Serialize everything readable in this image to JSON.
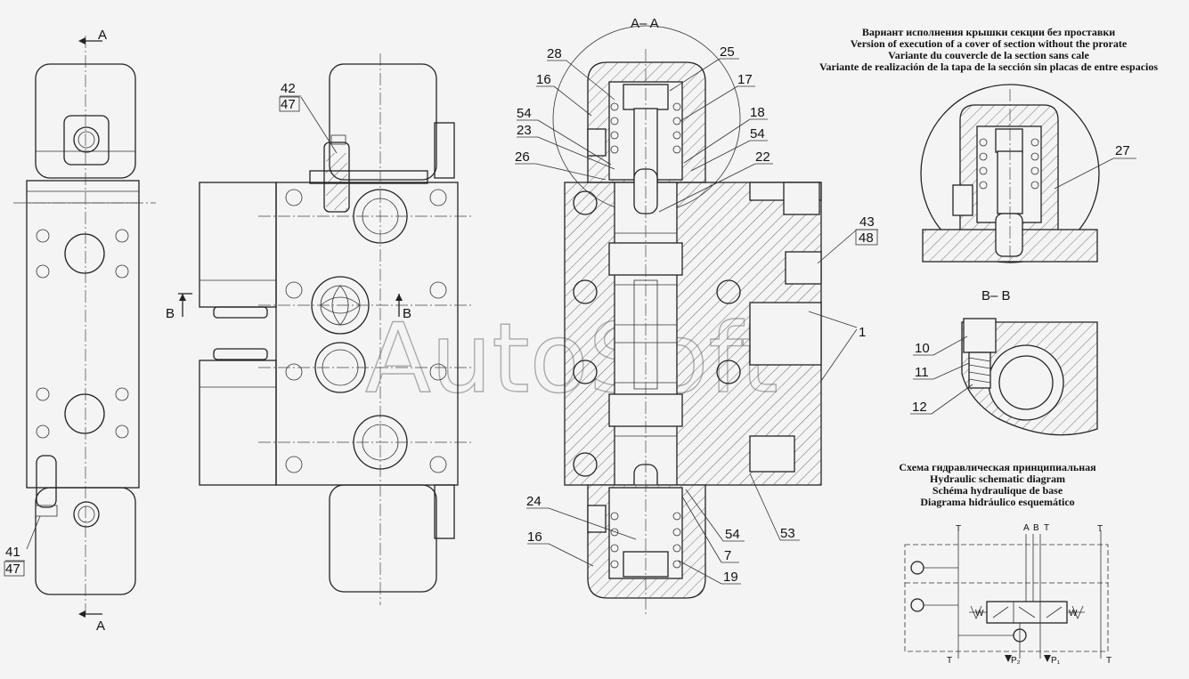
{
  "watermark": "AutoSoft",
  "section_labels": {
    "aa": "A– A",
    "bb": "B– B",
    "a": "A",
    "b": "B"
  },
  "variant_title": [
    "Вариант исполнения крышки секции без проставки",
    "Version of execution of a cover of section without the prorate",
    "Variante du couvercle de la section sans cale",
    "Variante de realización de la tapa de la sección sin placas de entre espacios"
  ],
  "schematic_title": [
    "Схема гидравлическая принципиальная",
    "Hydraulic schematic diagram",
    "Schéma hydraulique de base",
    "Diagrama hidráulico esquemático"
  ],
  "schematic_ports": {
    "t": "T",
    "a": "A",
    "b": "B",
    "p2": "P₂",
    "p1": "P₁",
    "w": "W"
  },
  "callouts": {
    "c1": "1",
    "c7": "7",
    "c10": "10",
    "c11": "11",
    "c12": "12",
    "c16": "16",
    "c17": "17",
    "c18": "18",
    "c19": "19",
    "c22": "22",
    "c23": "23",
    "c24": "24",
    "c25": "25",
    "c26": "26",
    "c27": "27",
    "c28": "28",
    "c41": "41",
    "c42": "42",
    "c43": "43",
    "c47": "47",
    "c48": "48",
    "c53": "53",
    "c54": "54"
  }
}
